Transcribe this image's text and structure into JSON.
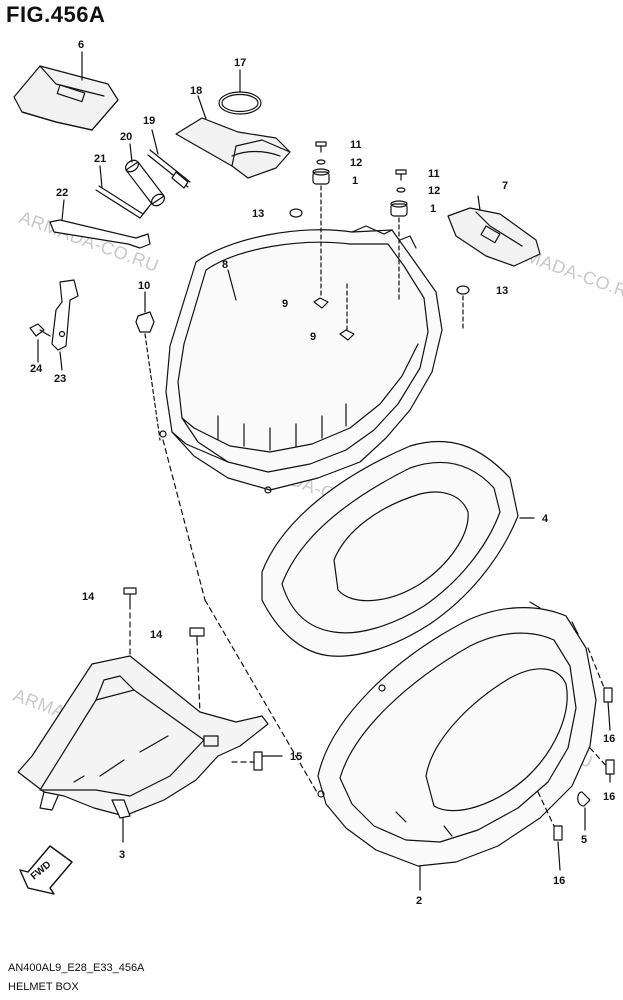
{
  "figure": {
    "title": "FIG.456A",
    "model_code": "AN400AL9_E28_E33_456A",
    "section_name": "HELMET BOX"
  },
  "watermark": "ARMADA-CO.RU",
  "fwd_label": "FWD",
  "colors": {
    "ink": "#111111",
    "watermark": "#c9c9c9",
    "paper": "#ffffff"
  },
  "callouts": {
    "c6": "6",
    "c17": "17",
    "c18": "18",
    "c19": "19",
    "c20": "20",
    "c21": "21",
    "c22": "22",
    "c11a": "11",
    "c12a": "12",
    "c1a": "1",
    "c11b": "11",
    "c12b": "12",
    "c1b": "1",
    "c13a": "13",
    "c7": "7",
    "c8": "8",
    "c10": "10",
    "c9a": "9",
    "c9b": "9",
    "c13b": "13",
    "c24": "24",
    "c23": "23",
    "c4": "4",
    "c14a": "14",
    "c14b": "14",
    "c15": "15",
    "c3": "3",
    "c16a": "16",
    "c16b": "16",
    "c5": "5",
    "c16c": "16",
    "c2": "2"
  }
}
